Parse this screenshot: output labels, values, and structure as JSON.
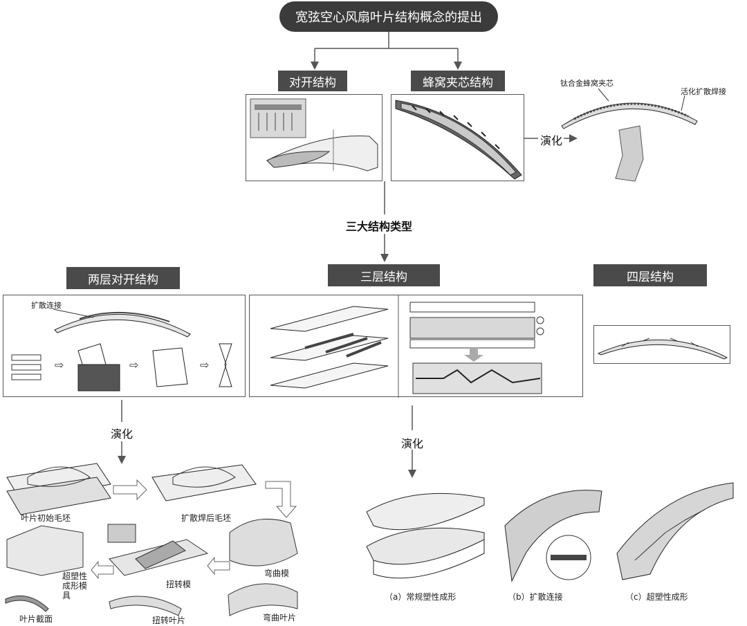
{
  "title": "宽弦空心风扇叶片结构概念的提出",
  "top_branches": {
    "left": "对开结构",
    "right": "蜂窝夹芯结构"
  },
  "evolution_label": "演化",
  "honeycomb_labels": {
    "core": "钛合金蜂窝夹芯",
    "weld": "活化扩散焊接"
  },
  "three_types_label": "三大结构类型",
  "types": {
    "two_layer": "两层对开结构",
    "three_layer": "三层结构",
    "four_layer": "四层结构"
  },
  "two_layer_annotation": "扩散连接",
  "left_bottom": {
    "evolution": "演化",
    "labels": {
      "initial_blank": "叶片初始毛坯",
      "welded_blank": "扩散焊后毛坯",
      "bending_die": "弯曲模",
      "sp_die": "超塑性\n成形模\n具",
      "twist_die": "扭转模",
      "section": "叶片截面",
      "twisted_blade": "扭转叶片",
      "bent_blade": "弯曲叶片"
    }
  },
  "right_bottom": {
    "evolution": "演化",
    "captions": {
      "a": "（a）常规塑性成形",
      "b": "（b）扩散连接",
      "c": "（c）超塑性成形"
    }
  },
  "colors": {
    "dark": "#3b3b3b",
    "label_bg": "#4a4a4a",
    "line": "#555555"
  }
}
